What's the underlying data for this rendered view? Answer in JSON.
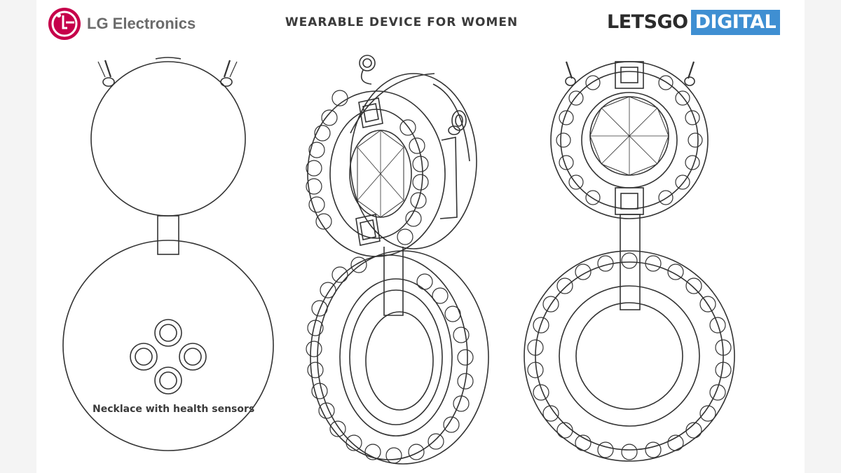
{
  "brand": {
    "name": "LG Electronics",
    "logo_icon": "lg-face-logo-icon",
    "color": "#c6004a"
  },
  "title": "WEARABLE DEVICE FOR WOMEN",
  "source_logo": {
    "part1": "LETSGO",
    "part2": "DIGITAL",
    "accent": "#3f8fd2"
  },
  "caption": "Necklace with health sensors",
  "figures": [
    {
      "name": "front-view-pendant",
      "icons": [
        "sensor-button-icon"
      ]
    },
    {
      "name": "perspective-view-pendant"
    },
    {
      "name": "back-view-pendant"
    }
  ]
}
